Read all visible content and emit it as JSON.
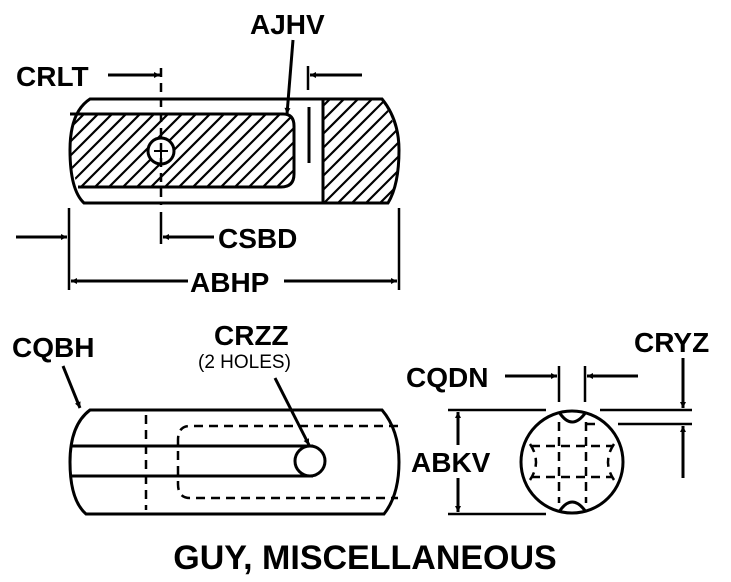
{
  "title": "GUY, MISCELLANEOUS",
  "colors": {
    "ink": "#000000",
    "background": "#ffffff"
  },
  "top_view": {
    "labels": {
      "ajhv": "AJHV",
      "crlt": "CRLT",
      "csbd": "CSBD",
      "abhp": "ABHP"
    }
  },
  "side_view": {
    "labels": {
      "cqbh": "CQBH",
      "crzz": "CRZZ",
      "crzz_note": "(2 HOLES)"
    }
  },
  "end_view": {
    "labels": {
      "cqdn": "CQDN",
      "cryz": "CRYZ",
      "abkv": "ABKV"
    }
  }
}
